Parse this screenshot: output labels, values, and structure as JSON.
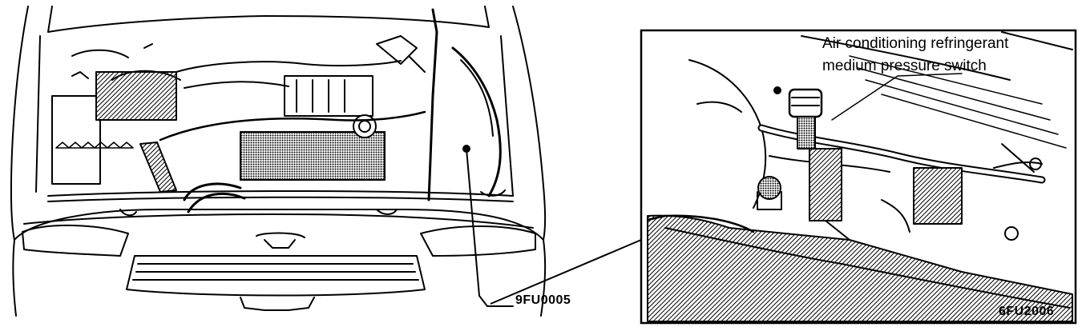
{
  "callout": {
    "line1": "Air conditioning refringerant",
    "line2": "medium pressure switch"
  },
  "figure_codes": {
    "left": "9FU0005",
    "right": "6FU2006"
  },
  "colors": {
    "ink": "#000000",
    "paper": "#ffffff",
    "shade": "#555555"
  },
  "icons": {
    "left_view": "engine-bay-overview-illustration",
    "right_view": "pressure-switch-closeup-illustration"
  }
}
